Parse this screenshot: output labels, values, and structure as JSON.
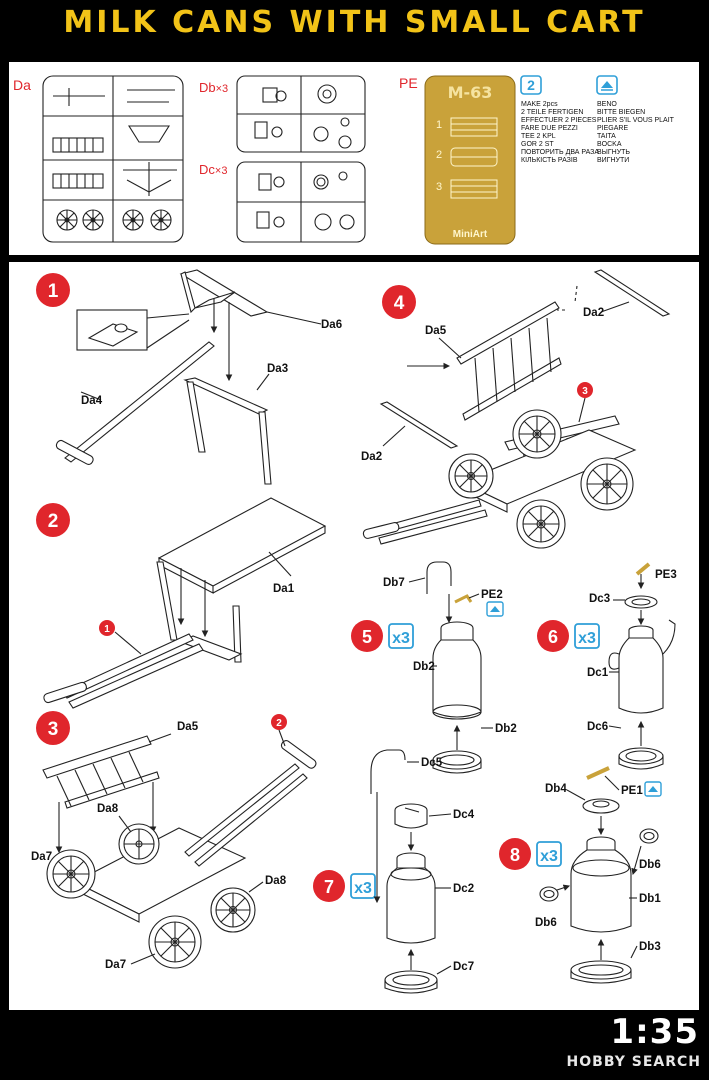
{
  "title": "MILK CANS WITH SMALL CART",
  "scale": "1:35",
  "watermark": "HOBBY SEARCH",
  "colors": {
    "title": "#f2c318",
    "accent_red": "#e0262c",
    "accent_blue": "#2f9fd8",
    "brass": "#c9a23a"
  },
  "sprues": {
    "da": {
      "label": "Da"
    },
    "db": {
      "label": "Db",
      "count": "×3"
    },
    "dc": {
      "label": "Dc",
      "count": "×3"
    },
    "pe": {
      "label": "PE",
      "fret": "M-63",
      "parts": [
        "1",
        "2",
        "3"
      ],
      "maker": "MiniArt"
    }
  },
  "legend": {
    "make_icon": "2",
    "make_text": [
      "MAKE 2pcs",
      "2 TEILE FERTIGEN",
      "EFFECTUER 2 PIECES",
      "FARE DUE PEZZI",
      "TEE 2 KPL",
      "GOR 2 ST",
      "ПОВТОРИТЬ ДВА РАЗА",
      "КІЛЬКІСТЬ РАЗІВ"
    ],
    "bend_icon": "bend-icon",
    "bend_text": [
      "BENO",
      "BITTE BIEGEN",
      "PLIER S'IL VOUS PLAIT",
      "PIEGARE",
      "TAITA",
      "BOCKA",
      "ВЫГНУТЬ",
      "ВИГНУТИ"
    ]
  },
  "steps": [
    {
      "number": "1",
      "labels": [
        "Da6",
        "Da3",
        "Da4"
      ]
    },
    {
      "number": "2",
      "labels": [
        "Da1"
      ],
      "ref": "1"
    },
    {
      "number": "3",
      "labels": [
        "Da5",
        "Da8",
        "Da7",
        "Da8",
        "Da7"
      ],
      "ref": "2"
    },
    {
      "number": "4",
      "labels": [
        "Da2",
        "Da5",
        "Da2"
      ],
      "ref": "3"
    },
    {
      "number": "5",
      "multiplier": "x3",
      "labels": [
        "Db7",
        "PE2",
        "Db2",
        "Db2"
      ]
    },
    {
      "number": "6",
      "multiplier": "x3",
      "labels": [
        "PE3",
        "Dc3",
        "Dc1",
        "Dc6"
      ]
    },
    {
      "number": "7",
      "multiplier": "x3",
      "labels": [
        "Dc5",
        "Dc4",
        "Dc2",
        "Dc7"
      ]
    },
    {
      "number": "8",
      "multiplier": "x3",
      "labels": [
        "Db4",
        "PE1",
        "Db6",
        "Db1",
        "Db6",
        "Db3"
      ]
    }
  ]
}
